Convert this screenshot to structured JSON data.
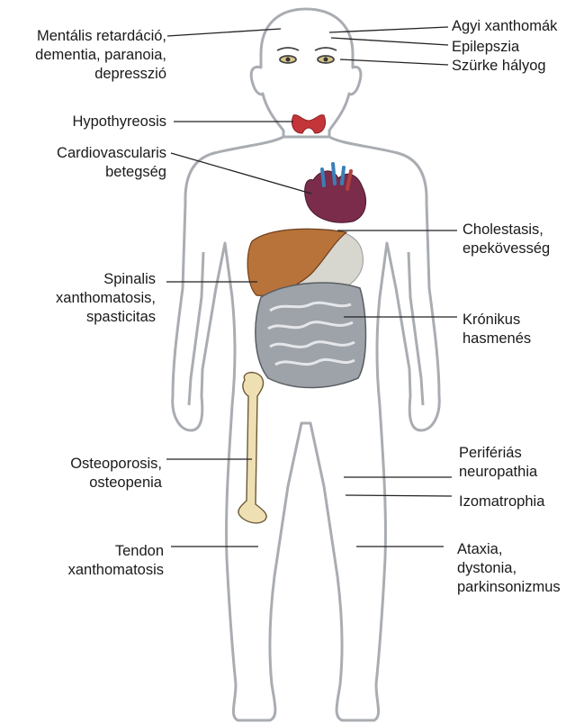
{
  "labels": {
    "mental": [
      "Mentális retardáció,",
      "dementia, paranoia,",
      "depresszió"
    ],
    "hypothyreosis": [
      "Hypothyreosis"
    ],
    "cardio": [
      "Cardiovascularis",
      "betegség"
    ],
    "spinal": [
      "Spinalis",
      "xanthomatosis,",
      "spasticitas"
    ],
    "osteo": [
      "Osteoporosis,",
      "osteopenia"
    ],
    "tendon": [
      "Tendon",
      "xanthomatosis"
    ],
    "agyi": [
      "Agyi xanthomák"
    ],
    "epilepszia": [
      "Epilepszia"
    ],
    "szurke": [
      "Szürke hályog"
    ],
    "cholestasis": [
      "Cholestasis,",
      "epekövesség"
    ],
    "kronikus": [
      "Krónikus",
      "hasmenés"
    ],
    "periferias": [
      "Perifériás",
      "neuropathia"
    ],
    "izomatrophia": [
      "Izomatrophia"
    ],
    "ataxia": [
      "Ataxia,",
      "dystonia,",
      "parkinsonizmus"
    ]
  },
  "colors": {
    "outline": "#a9adb2",
    "liver": "#b8733a",
    "thyroid": "#c4353a",
    "heart": "#7a2c4a",
    "intestine": "#9ea3aa",
    "bone": "#efe0b4",
    "leader": "#222222"
  }
}
